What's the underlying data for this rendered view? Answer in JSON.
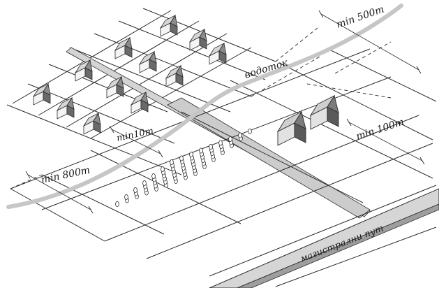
{
  "labels": {
    "min_500": "min 500m",
    "watercourse": "водоток",
    "min_10": "min10m",
    "min_100": "min 100m",
    "min_800": "min 800m",
    "main_road": "магистрални пут"
  },
  "colors": {
    "line": "#2a2a2a",
    "stream": "#c8c8c8",
    "road_band": "#d4d4d4",
    "road_side": "#a8a8a8",
    "roof_light": "#d0d0d0",
    "roof_dark": "#7a7a7a",
    "wall_light": "#f0f0f0",
    "wall_dark": "#555555"
  },
  "icons": {
    "house": "house-icon",
    "crop": "crop-plant-icon"
  }
}
